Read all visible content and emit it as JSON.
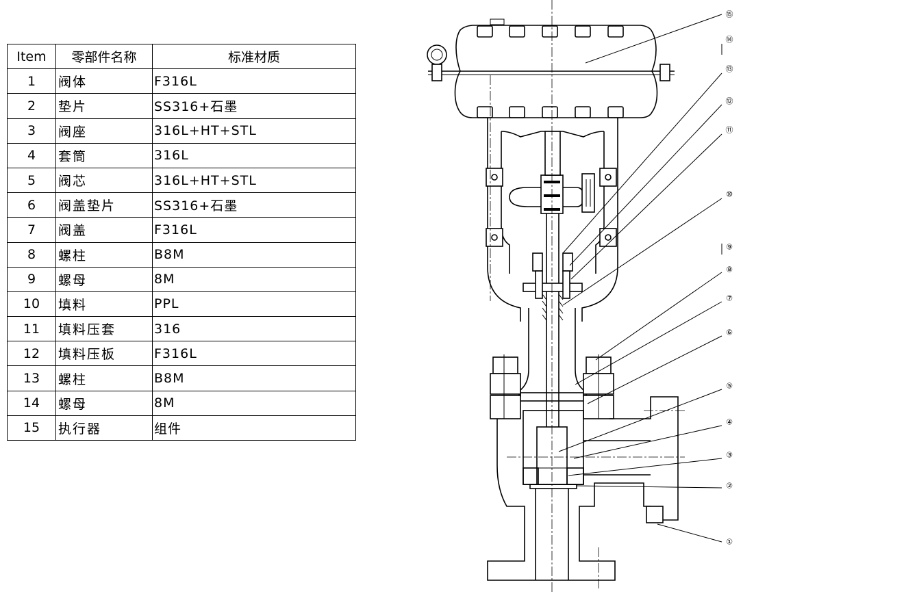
{
  "table": {
    "headers": {
      "item": "Item",
      "name": "零部件名称",
      "material": "标准材质"
    },
    "rows": [
      {
        "item": "1",
        "name": "阀体",
        "material": "F316L"
      },
      {
        "item": "2",
        "name": "垫片",
        "material": "SS316+石墨"
      },
      {
        "item": "3",
        "name": "阀座",
        "material": "316L+HT+STL"
      },
      {
        "item": "4",
        "name": "套筒",
        "material": "316L"
      },
      {
        "item": "5",
        "name": "阀芯",
        "material": "316L+HT+STL"
      },
      {
        "item": "6",
        "name": "阀盖垫片",
        "material": "SS316+石墨"
      },
      {
        "item": "7",
        "name": "阀盖",
        "material": "F316L"
      },
      {
        "item": "8",
        "name": "螺柱",
        "material": "B8M"
      },
      {
        "item": "9",
        "name": "螺母",
        "material": "8M"
      },
      {
        "item": "10",
        "name": "填料",
        "material": "PPL"
      },
      {
        "item": "11",
        "name": "填料压套",
        "material": "316"
      },
      {
        "item": "12",
        "name": "填料压板",
        "material": "F316L"
      },
      {
        "item": "13",
        "name": "螺柱",
        "material": "B8M"
      },
      {
        "item": "14",
        "name": "螺母",
        "material": "8M"
      },
      {
        "item": "15",
        "name": "执行器",
        "material": "组件"
      }
    ]
  },
  "callouts": [
    {
      "label": "⑮"
    },
    {
      "label": "⑭"
    },
    {
      "label": "⑬"
    },
    {
      "label": "⑫"
    },
    {
      "label": "⑪"
    },
    {
      "label": "⑩"
    },
    {
      "label": "⑨"
    },
    {
      "label": "⑧"
    },
    {
      "label": "⑦"
    },
    {
      "label": "⑥"
    },
    {
      "label": "⑤"
    },
    {
      "label": "④"
    },
    {
      "label": "③"
    },
    {
      "label": "②"
    },
    {
      "label": "①"
    }
  ]
}
